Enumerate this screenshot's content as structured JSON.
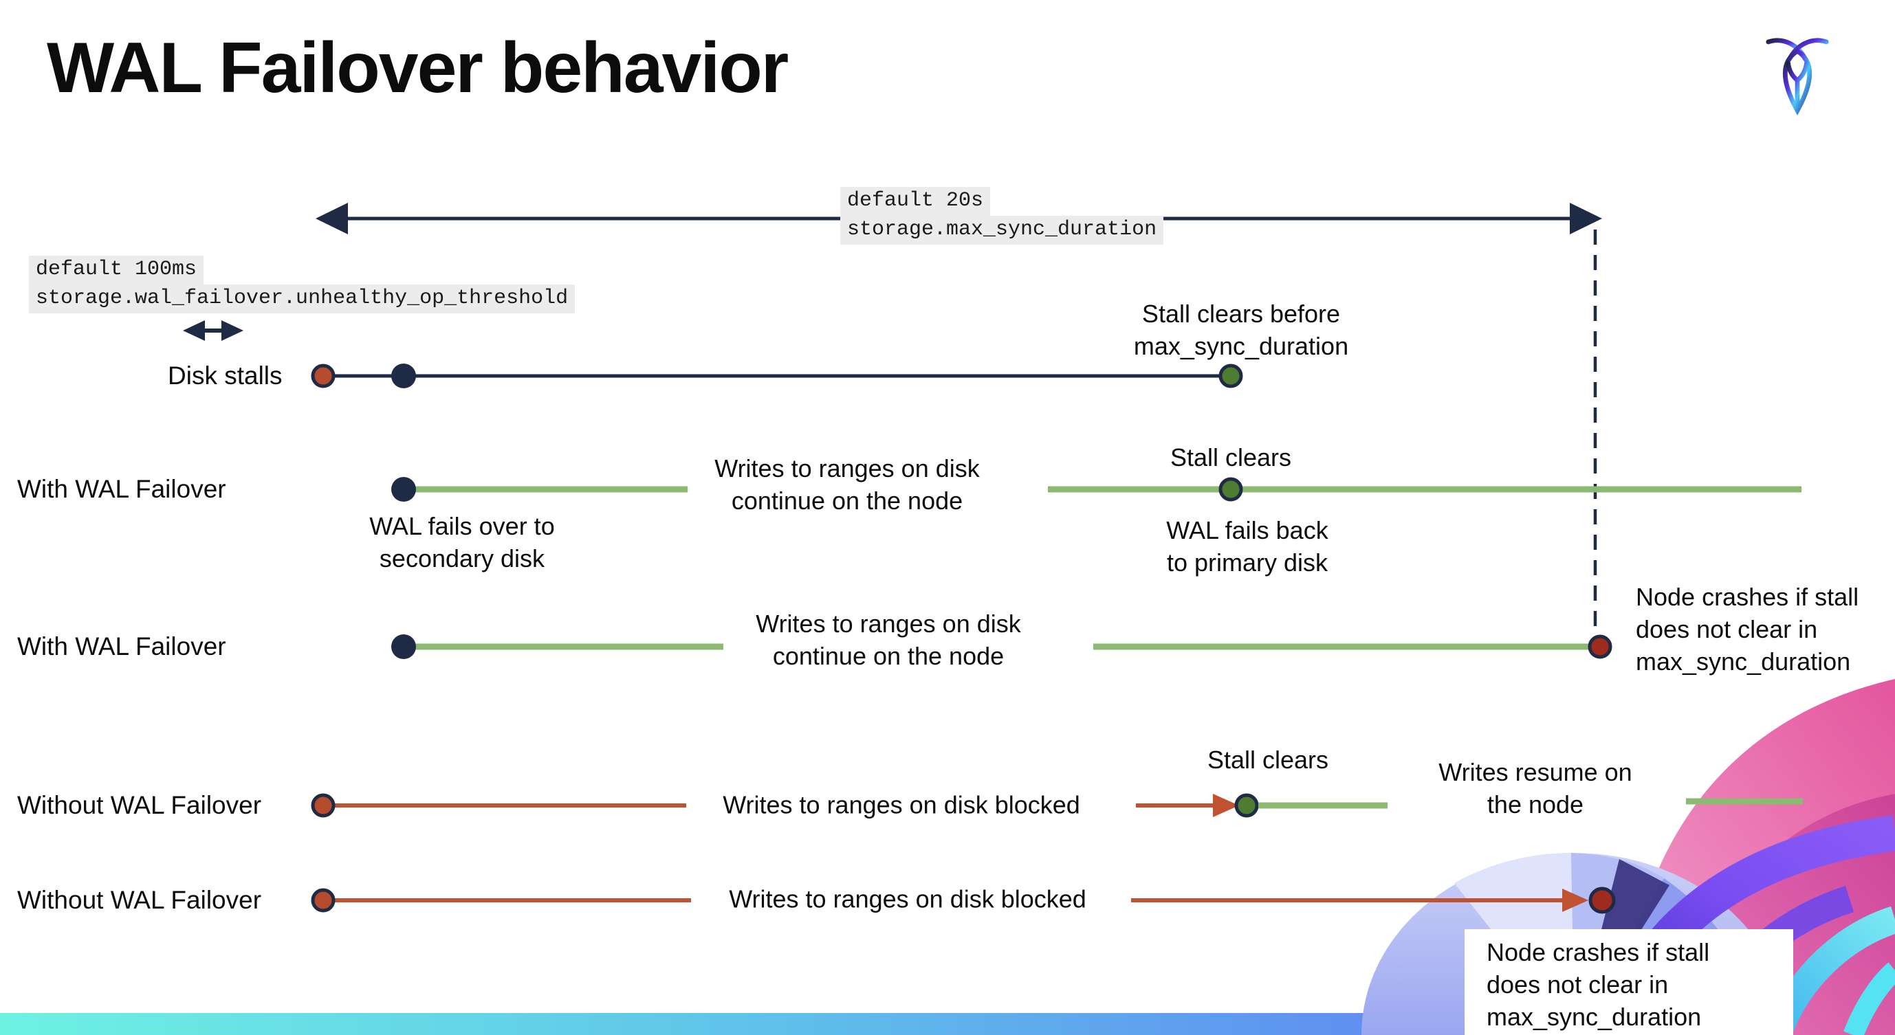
{
  "title": "WAL Failover behavior",
  "logo": {
    "label": "CockroachDB logo"
  },
  "colors": {
    "navy": "#1f2a45",
    "stall_red": "#b54c2e",
    "crash_red": "#9e2b1e",
    "green_dot": "#4e7d32",
    "green_line": "#8cba72",
    "red_line": "#bf5230",
    "code_bg": "#ececec"
  },
  "callouts": {
    "max_sync_duration": {
      "line1": "default 20s",
      "line2": "storage.max_sync_duration"
    },
    "unhealthy_op_threshold": {
      "line1": "default 100ms",
      "line2": "storage.wal_failover.unhealthy_op_threshold"
    }
  },
  "rows": {
    "disk_stalls": {
      "label": "Disk stalls",
      "stall_clears": "Stall clears before\nmax_sync_duration"
    },
    "with_failover_clears": {
      "label": "With WAL Failover",
      "fails_over": "WAL fails over to\nsecondary disk",
      "writes_continue": "Writes to ranges on disk\ncontinue on the node",
      "stall_clears": "Stall clears",
      "fails_back": "WAL fails  back\nto primary disk"
    },
    "with_failover_crash": {
      "label": "With WAL Failover",
      "writes_continue": "Writes to ranges on disk\ncontinue on the node",
      "node_crashes": "Node crashes if stall\ndoes not clear in\nmax_sync_duration"
    },
    "without_failover_clears": {
      "label": "Without WAL Failover",
      "writes_blocked": "Writes to ranges on disk  blocked",
      "stall_clears": "Stall clears",
      "writes_resume": "Writes resume on\nthe node"
    },
    "without_failover_crash": {
      "label": "Without WAL Failover",
      "writes_blocked": "Writes to ranges on disk  blocked",
      "node_crashes": "Node crashes if stall\ndoes not clear in\nmax_sync_duration"
    }
  }
}
